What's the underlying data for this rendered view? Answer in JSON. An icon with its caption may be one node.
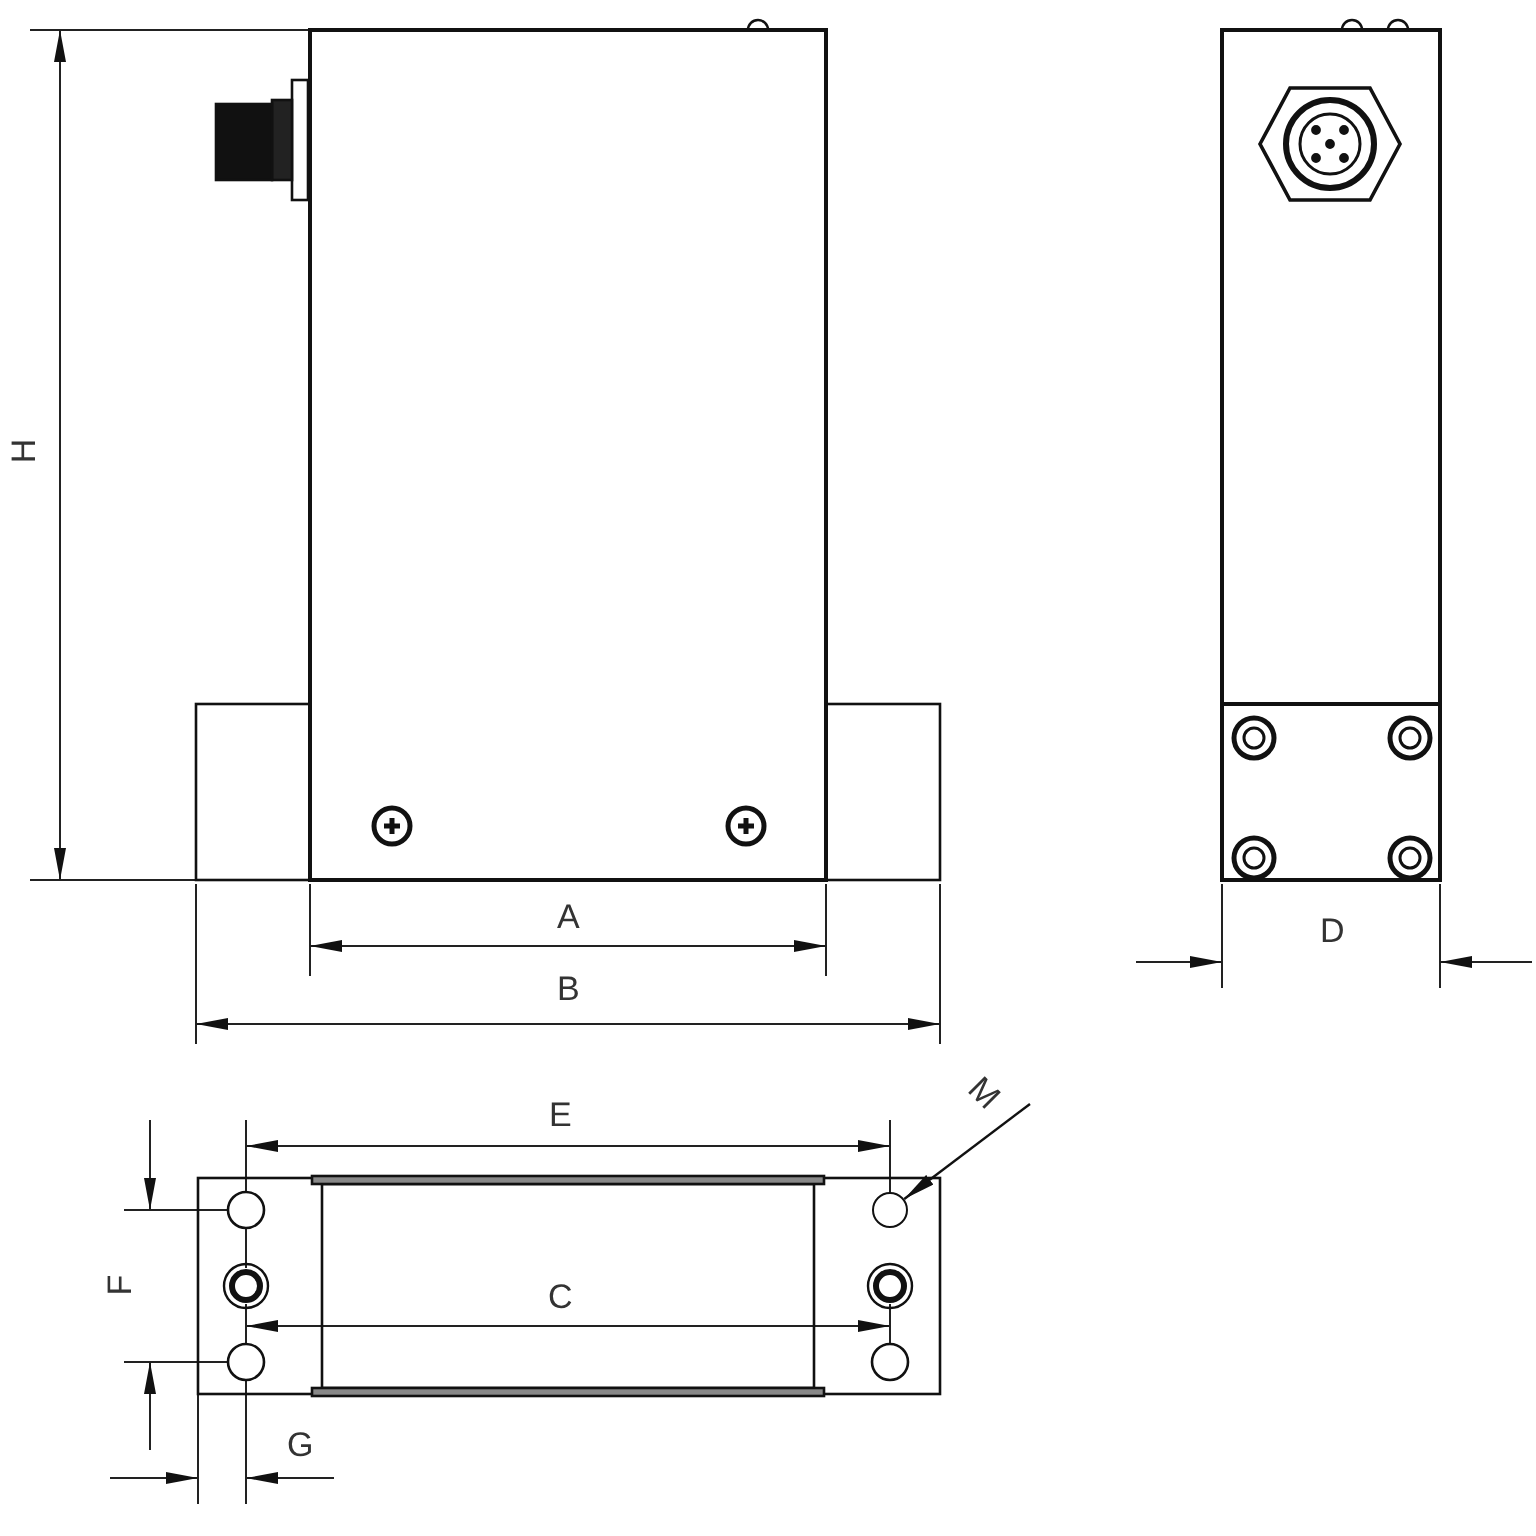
{
  "diagram": {
    "nodes": [
      {
        "text": [
          "M"
        ]
      },
      {
        "text": [],
        "shape": "circle"
      }
    ],
    "edges": [
      {
        "from": 0,
        "to": 1,
        "arrow": "to"
      }
    ],
    "labels": [
      "H",
      "D",
      "A",
      "B",
      "E",
      "F",
      "C",
      "G"
    ]
  }
}
